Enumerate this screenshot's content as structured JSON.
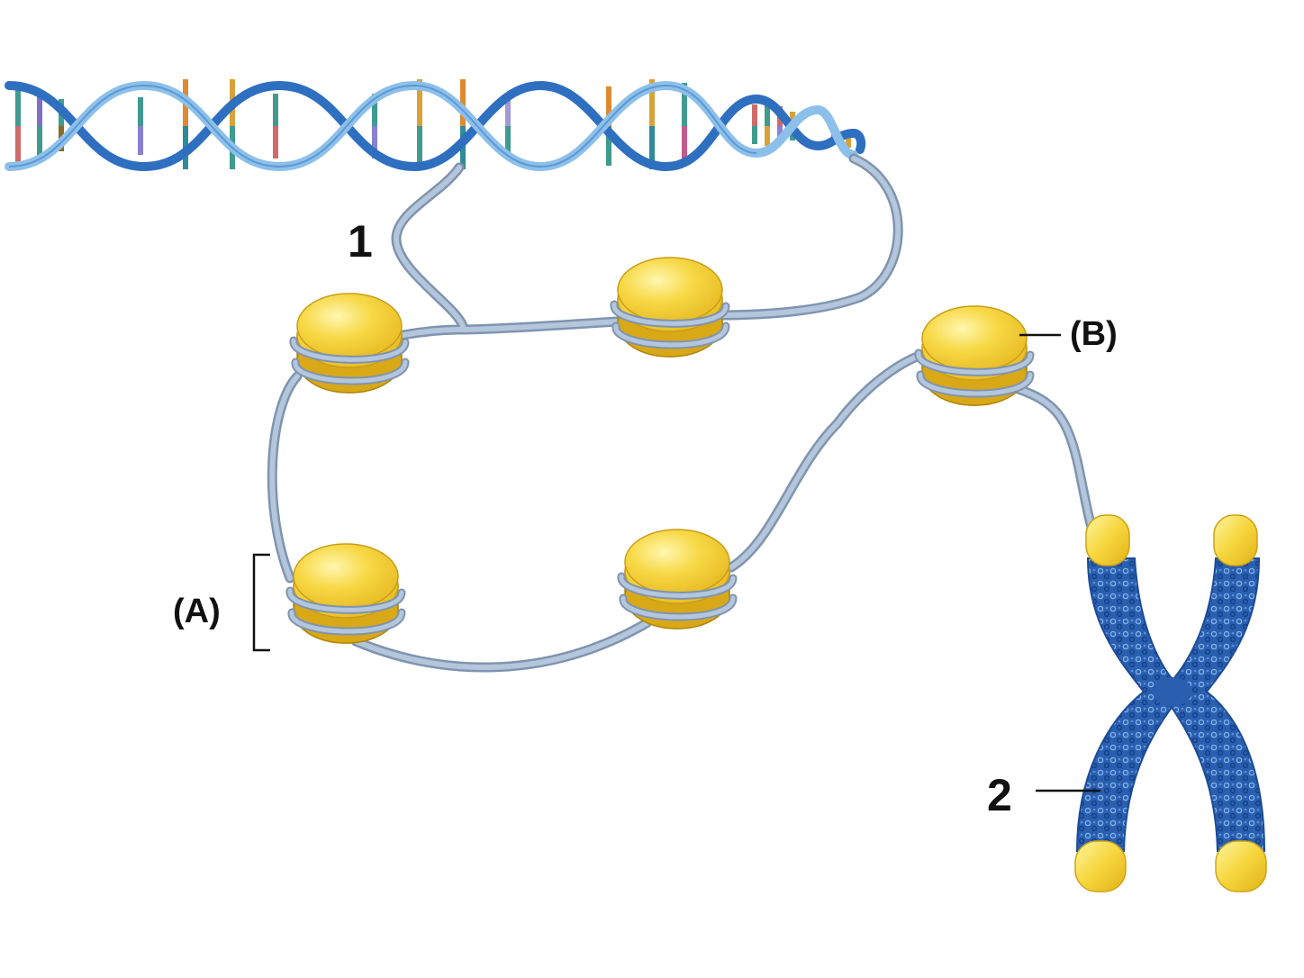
{
  "labels": {
    "label_1": "1",
    "label_2": "2",
    "label_A": "(A)",
    "label_B": "(B)"
  },
  "colors": {
    "background": "#ffffff",
    "dna_backbone_light": "#8cc0ea",
    "dna_backbone_dark": "#2e6fc0",
    "linker_dna": "#9eb3cc",
    "histone_yellow": "#f4d13c",
    "histone_shadow": "#d4a91c",
    "chromosome_blue": "#2a5fb0",
    "label_text": "#111111"
  },
  "components": [
    "dna-double-helix",
    "linker-dna",
    "nucleosome",
    "histone-core",
    "chromosome",
    "telomere"
  ]
}
